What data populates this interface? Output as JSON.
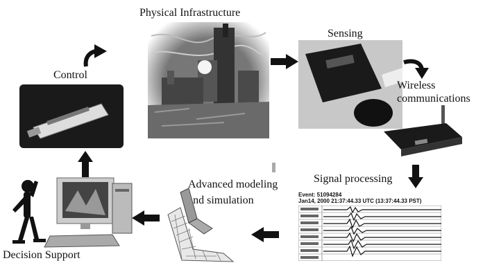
{
  "labels": {
    "physical_infrastructure": "Physical Infrastructure",
    "sensing": "Sensing",
    "wireless_line1": "Wireless",
    "wireless_line2": "communications",
    "control": "Control",
    "signal_processing": "Signal processing",
    "modeling_line1": "Advanced modeling",
    "modeling_line2": "and simulation",
    "decision_support": "Decision Support"
  },
  "seismogram": {
    "event_line": "Event: 51094284",
    "time_line": "Jan14, 2000 21:37:44.33  UTC (13:37:44.33 PST)"
  },
  "colors": {
    "arrow": "#111111",
    "panel_dark": "#1a1a1a",
    "photo_gray": "#8a8a8a"
  }
}
